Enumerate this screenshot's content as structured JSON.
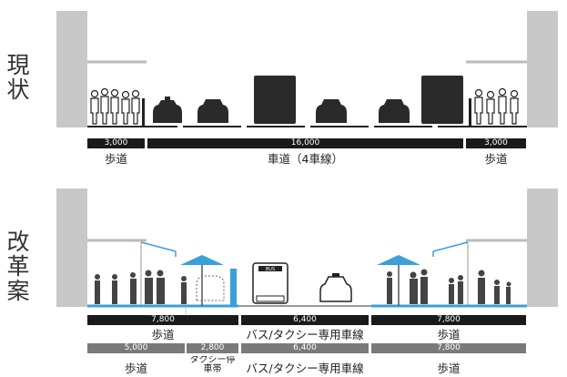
{
  "current": {
    "label": "現状",
    "widths": [
      "3,000",
      "16,000",
      "3,000"
    ],
    "names": [
      "歩道",
      "車道（4車線）",
      "歩道"
    ]
  },
  "proposed": {
    "label": "改革案",
    "widths_row1": [
      "7,800",
      "6,400",
      "7,800"
    ],
    "names_row1": [
      "歩道",
      "バス/タクシー専用車線",
      "歩道"
    ],
    "widths_row2": [
      "5,000",
      "2,800",
      "6,400",
      "7,800"
    ],
    "names_row2": [
      "歩道",
      "タクシー停車帯",
      "バス/タクシー専用車線",
      "歩道"
    ],
    "bus_sign": "BUS"
  },
  "colors": {
    "dark": "#1a1a1a",
    "building": "#c8c8c8",
    "accent": "#3aa0d8",
    "gray_bar": "#7a7a7a"
  }
}
